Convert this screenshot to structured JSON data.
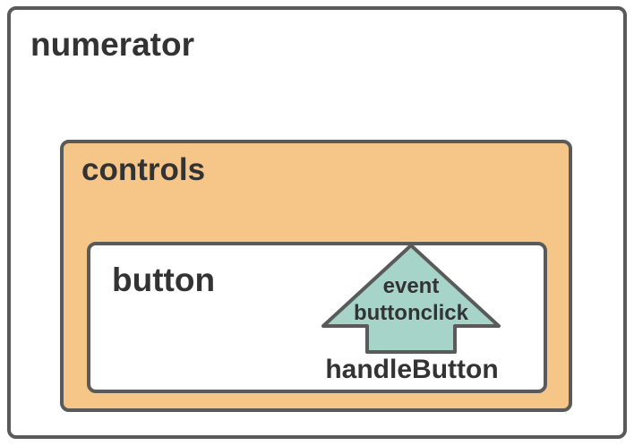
{
  "diagram": {
    "outer": {
      "label": "numerator"
    },
    "middle": {
      "label": "controls"
    },
    "inner": {
      "label": "button"
    },
    "event_arrow": {
      "line1": "event",
      "line2": "buttonclick",
      "handler": "handleButton"
    }
  },
  "colors": {
    "outer_fill": "#ffffff",
    "controls_fill": "#f6c689",
    "button_fill": "#ffffff",
    "arrow_fill": "#a6d4c9",
    "border": "#5a5a5a",
    "text": "#333333"
  }
}
